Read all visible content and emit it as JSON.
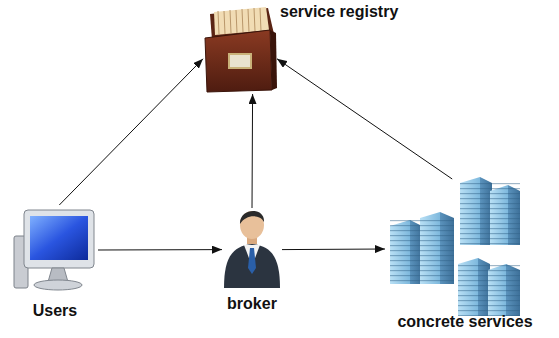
{
  "diagram": {
    "nodes": [
      {
        "text": [
          "service registry"
        ]
      },
      {
        "text": [
          "Users"
        ]
      },
      {
        "text": [
          "broker"
        ]
      },
      {
        "text": [
          "concrete services"
        ]
      }
    ],
    "edges": [
      {
        "from": 1,
        "to": 0,
        "arrow": "to"
      },
      {
        "from": 2,
        "to": 0,
        "arrow": "to"
      },
      {
        "from": 3,
        "to": 0,
        "arrow": "to"
      },
      {
        "from": 1,
        "to": 2,
        "arrow": "to"
      },
      {
        "from": 2,
        "to": 3,
        "arrow": "to"
      }
    ]
  }
}
